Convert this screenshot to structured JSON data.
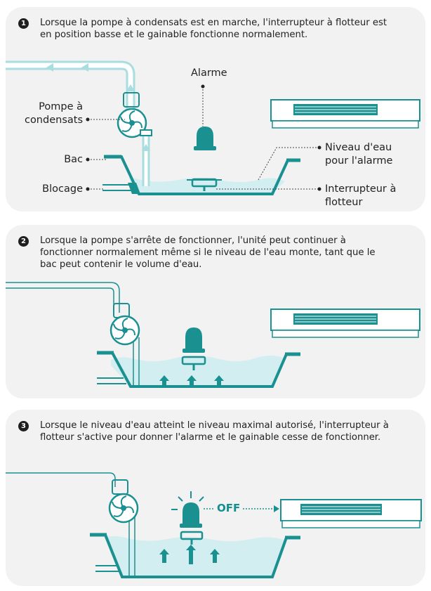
{
  "steps": [
    {
      "number": "1",
      "text": "Lorsque la pompe à condensats est en marche, l'interrupteur à flotteur est en position basse et le gainable fonctionne normalement."
    },
    {
      "number": "2",
      "text": "Lorsque la pompe s'arrête de fonctionner, l'unité peut continuer à fonctionner normalement même si le niveau de l'eau monte, tant que le bac peut contenir le volume d'eau."
    },
    {
      "number": "3",
      "text": "Lorsque le niveau d'eau atteint le niveau maximal autorisé, l'interrupteur à flotteur s'active pour donner l'alarme et le gainable cesse de fonctionner."
    }
  ],
  "labels": {
    "pump": "Pompe à condensats",
    "tray": "Bac",
    "block": "Blocage",
    "alarm": "Alarme",
    "water_level": "Niveau d'eau pour l'alarme",
    "float_switch": "Interrupteur à flotteur",
    "off": "OFF"
  },
  "colors": {
    "teal": "#1a9090",
    "pipe": "#a9dde0",
    "water": "#d3eef0",
    "panel": "#f2f2f2"
  },
  "icons": [
    "fan-icon",
    "alarm-beacon-icon",
    "float-switch-icon",
    "arrow-up-icon",
    "ceiling-unit-icon"
  ]
}
